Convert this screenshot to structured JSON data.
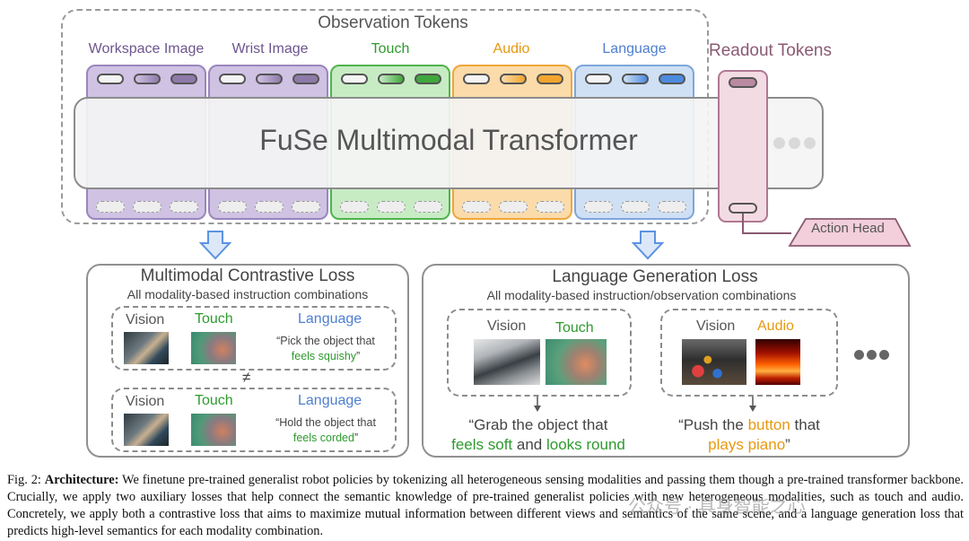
{
  "observation": {
    "title": "Observation Tokens",
    "columns": [
      {
        "label": "Workspace Image",
        "color": "#6e558f",
        "fill": "#cfc2e3",
        "border": "#9a86bd",
        "token": "#8e7aa8"
      },
      {
        "label": "Wrist Image",
        "color": "#6e558f",
        "fill": "#cfc2e3",
        "border": "#9a86bd",
        "token": "#8e7aa8"
      },
      {
        "label": "Touch",
        "color": "#2e9a2e",
        "fill": "#c7ecc4",
        "border": "#4fb34c",
        "token": "#3fa83c"
      },
      {
        "label": "Audio",
        "color": "#e8980f",
        "fill": "#fbdba9",
        "border": "#f0a73a",
        "token": "#f2a52c"
      },
      {
        "label": "Language",
        "color": "#4d7fd0",
        "fill": "#cfe0f4",
        "border": "#7ea6dc",
        "token": "#4d8ae0"
      }
    ]
  },
  "transformer": {
    "title": "FuSe Multimodal Transformer"
  },
  "readout": {
    "title": "Readout Tokens"
  },
  "action_head": {
    "label": "Action Head"
  },
  "contrastive": {
    "title": "Multimodal Contrastive Loss",
    "subtitle": "All modality-based instruction combinations",
    "not_equal": "≠",
    "rows": [
      {
        "vision": "Vision",
        "touch": "Touch",
        "language": "Language",
        "quote_line1": "“Pick the object that",
        "quote_highlight": "feels squishy",
        "quote_end": "”"
      },
      {
        "vision": "Vision",
        "touch": "Touch",
        "language": "Language",
        "quote_line1": "“Hold the object that",
        "quote_highlight": "feels corded",
        "quote_end": "”"
      }
    ]
  },
  "generation": {
    "title": "Language Generation Loss",
    "subtitle": "All modality-based instruction/observation combinations",
    "panel1": {
      "vision": "Vision",
      "touch": "Touch",
      "quote_line1": "“Grab the object that",
      "q_soft": "feels soft",
      "q_and": " and ",
      "q_round": "looks round"
    },
    "panel2": {
      "vision": "Vision",
      "audio": "Audio",
      "quote_pre": "“Push the ",
      "q_button": "button",
      "quote_post": " that",
      "q_piano": "plays piano",
      "q_end": "”"
    }
  },
  "caption": {
    "label": "Fig. 2:",
    "bold": "Architecture:",
    "text": " We finetune pre-trained generalist robot policies by tokenizing all heterogeneous sensing modalities and passing them though a pre-trained transformer backbone. Crucially, we apply two auxiliary losses that help connect the semantic knowledge of pre-trained generalist policies with new heterogeneous modalities, such as touch and audio. Concretely, we apply both a contrastive loss that aims to maximize mutual information between different views and semantics of the same scene, and a language generation loss that predicts high-level semantics for each modality combination."
  },
  "watermark": "公众号 · 具身智能之心",
  "colors": {
    "vision": "#555555",
    "touch": "#2e9a2e",
    "audio": "#e8980f",
    "language": "#4d7fd0",
    "arrow": "#5b93e0"
  }
}
